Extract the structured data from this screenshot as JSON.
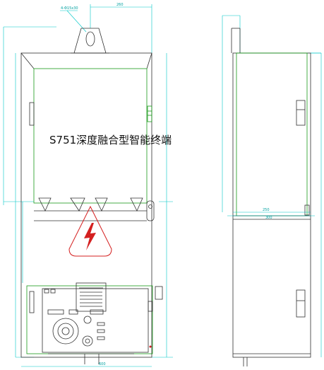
{
  "drawing": {
    "title": "S751深度融合型智能终端",
    "dim_labels": {
      "top_width": "260",
      "top_callout": "4-Φ15x30",
      "front_bottom_width": "600",
      "side_upper_width": "250",
      "side_lower_width": "300"
    },
    "colors": {
      "outline": "#303030",
      "inner": "#1a9a1a",
      "dimension": "#00c8c8",
      "warning": "#d42020"
    },
    "icons": [
      "lifting-lug-icon",
      "high-voltage-warning-icon",
      "dial-knob-icon",
      "indicator-lamp-icon"
    ]
  }
}
